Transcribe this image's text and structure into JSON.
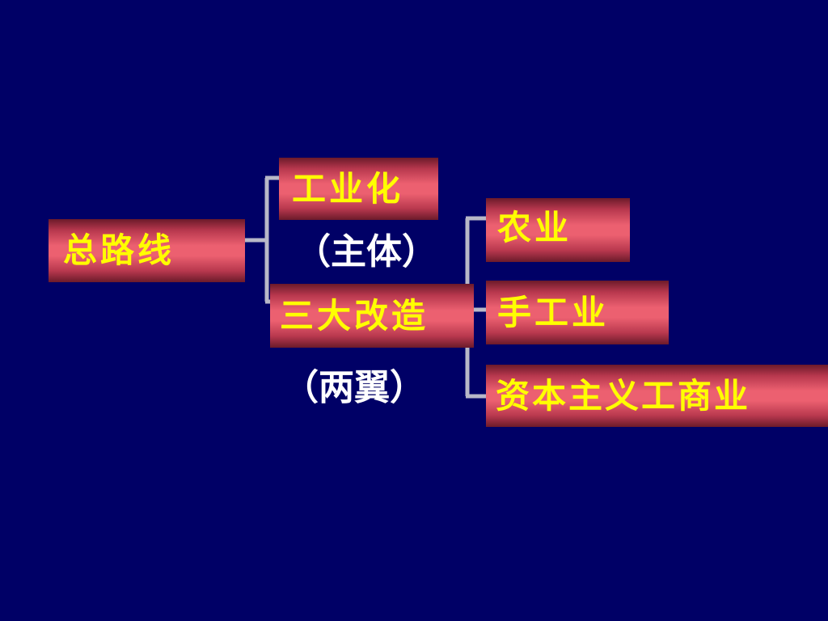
{
  "nodes": {
    "root": "总路线",
    "industrialization": "工业化",
    "main_body": "（主体）",
    "three_transformations": "三大改造",
    "two_wings": "（两翼）",
    "agriculture": "农业",
    "handicraft": "手工业",
    "capitalist_commerce": "资本主义工商业"
  },
  "colors": {
    "background": "#000066",
    "box_fill": "#ec6070",
    "box_text": "#ffff00",
    "label_text": "#ffffff",
    "connector": "#b8b8c8"
  }
}
